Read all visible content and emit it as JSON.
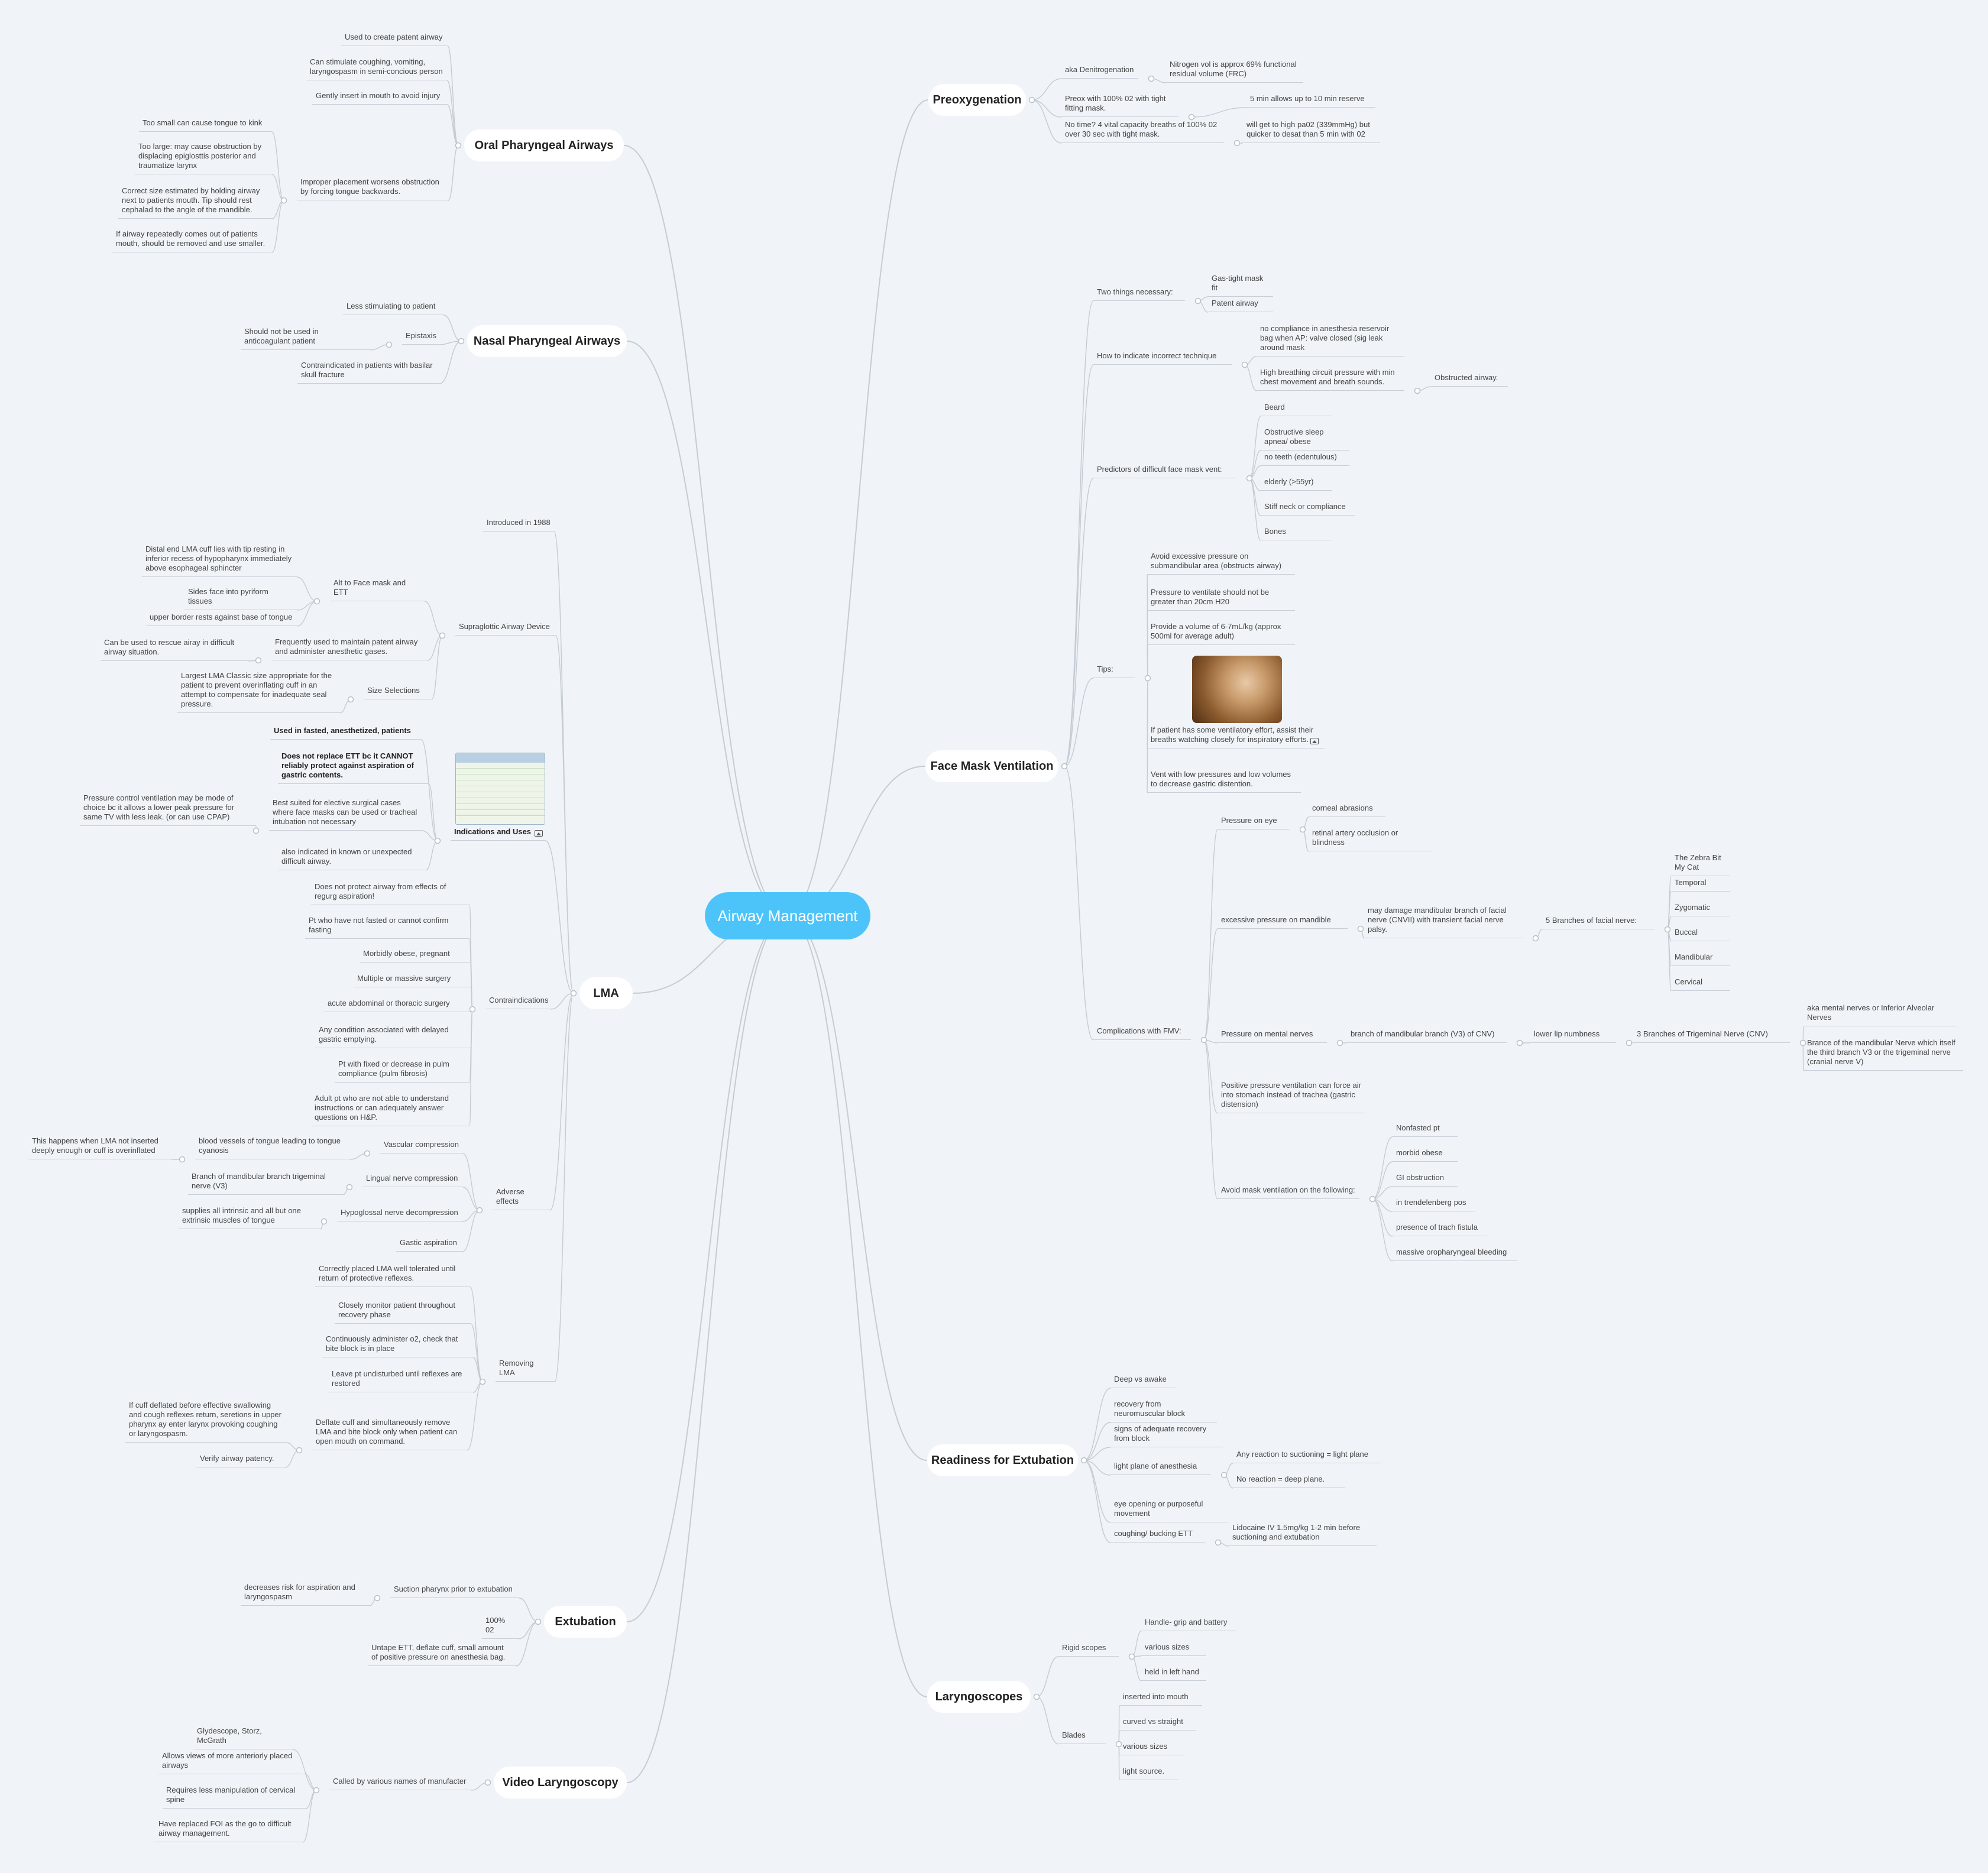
{
  "root": "Airway Management",
  "topics": [
    {
      "id": "opa",
      "title": "Oral Pharyngeal Airways",
      "side": "left",
      "items": [
        {
          "text": "Used to create patent airway"
        },
        {
          "text": "Can stimulate coughing, vomiting, laryngospasm in semi-concious person"
        },
        {
          "text": "Gently insert in mouth to avoid injury"
        },
        {
          "text": "Improper placement worsens obstruction by forcing tongue backwards.",
          "children": [
            {
              "text": "Too small can cause tongue to kink"
            },
            {
              "text": "Too large: may cause obstruction by displacing epiglosttis posterior and traumatize larynx"
            },
            {
              "text": "Correct size estimated by holding airway next to patients mouth. Tip should rest cephalad to the angle of the mandible."
            },
            {
              "text": "If airway repeatedly comes out of patients mouth, should be removed and use smaller."
            }
          ]
        }
      ]
    },
    {
      "id": "npa",
      "title": "Nasal Pharyngeal Airways",
      "side": "left",
      "items": [
        {
          "text": "Less stimulating to patient"
        },
        {
          "text": "Epistaxis",
          "children": [
            {
              "text": "Should not be used in anticoagulant patient"
            }
          ]
        },
        {
          "text": "Contraindicated in patients with basilar skull fracture"
        }
      ]
    },
    {
      "id": "lma",
      "title": "LMA",
      "side": "left",
      "items": [
        {
          "text": "Introduced in 1988"
        },
        {
          "text": "Supraglottic Airway Device",
          "children": [
            {
              "text": "Alt to Face mask and ETT",
              "children": [
                {
                  "text": "Distal end LMA cuff lies with tip resting in inferior recess of hypopharynx immediately above esophageal sphincter"
                },
                {
                  "text": "Sides face into pyriform tissues"
                },
                {
                  "text": "upper border rests against base of tongue"
                }
              ]
            },
            {
              "text": "Frequently used to maintain patent airway and administer anesthetic gases.",
              "children": [
                {
                  "text": "Can be used to rescue airay in difficult airway situation."
                }
              ]
            },
            {
              "text": "Size Selections",
              "children": [
                {
                  "text": "Largest LMA Classic size appropriate for the patient to prevent overinflating cuff in an attempt to compensate for inadequate seal pressure."
                }
              ]
            }
          ]
        },
        {
          "text": "Indications and Uses",
          "bold": true,
          "children": [
            {
              "text": "Used in fasted, anesthetized, patients",
              "bold": true
            },
            {
              "text": "Does not replace ETT bc it CANNOT reliably protect against aspiration of gastric contents.",
              "bold": true
            },
            {
              "text": "Best suited for elective surgical cases where face masks can be used or tracheal intubation not necessary",
              "children": [
                {
                  "text": "Pressure control ventilation may be mode of choice bc it allows a lower peak pressure for same TV with less leak. (or can use CPAP)"
                }
              ]
            },
            {
              "text": "also indicated in known or unexpected difficult airway."
            }
          ]
        },
        {
          "text": "Contraindications",
          "children": [
            {
              "text": "Does not protect airway from effects of regurg aspiration!"
            },
            {
              "text": "Pt who have not fasted or cannot confirm fasting"
            },
            {
              "text": "Morbidly obese, pregnant"
            },
            {
              "text": "Multiple or massive surgery"
            },
            {
              "text": "acute abdominal or thoracic surgery"
            },
            {
              "text": "Any condition associated with delayed gastric emptying."
            },
            {
              "text": "Pt with fixed or decrease in pulm compliance (pulm fibrosis)"
            },
            {
              "text": "Adult pt who are not able to understand instructions or can adequately answer questions on H&P."
            }
          ]
        },
        {
          "text": "Adverse effects",
          "children": [
            {
              "text": "Vascular compression",
              "children": [
                {
                  "text": "blood vessels of tongue leading to tongue cyanosis",
                  "children": [
                    {
                      "text": "This happens when LMA not inserted deeply enough or cuff is overinflated"
                    }
                  ]
                }
              ]
            },
            {
              "text": "Lingual nerve compression",
              "children": [
                {
                  "text": "Branch of mandibular branch trigeminal nerve (V3)"
                }
              ]
            },
            {
              "text": "Hypoglossal nerve decompression",
              "children": [
                {
                  "text": "supplies all intrinsic and all but one extrinsic muscles of tongue"
                }
              ]
            },
            {
              "text": "Gastic aspiration"
            }
          ]
        },
        {
          "text": "Removing LMA",
          "children": [
            {
              "text": "Correctly placed LMA well tolerated until return of protective reflexes."
            },
            {
              "text": "Closely monitor patient throughout recovery phase"
            },
            {
              "text": "Continuously administer o2, check that bite block is in place"
            },
            {
              "text": "Leave pt undisturbed until reflexes are restored"
            },
            {
              "text": "Deflate cuff and simultaneously remove LMA and bite block only when patient can open mouth on command.",
              "children": [
                {
                  "text": "If cuff deflated before effective swallowing and cough reflexes return, seretions in upper pharynx ay enter larynx provoking coughing or laryngospasm."
                },
                {
                  "text": "Verify airway patency."
                }
              ]
            }
          ]
        }
      ]
    },
    {
      "id": "ext",
      "title": "Extubation",
      "side": "left",
      "items": [
        {
          "text": "Suction pharynx prior to extubation",
          "children": [
            {
              "text": "decreases risk for aspiration and laryngospasm"
            }
          ]
        },
        {
          "text": "100% 02"
        },
        {
          "text": "Untape ETT, deflate cuff, small amount of positive pressure on anesthesia bag."
        }
      ]
    },
    {
      "id": "vl",
      "title": "Video Laryngoscopy",
      "side": "left",
      "items": [
        {
          "text": "Called by various names of manufacter",
          "children": [
            {
              "text": "Glydescope, Storz, McGrath"
            },
            {
              "text": "Allows views of more anteriorly placed airways"
            },
            {
              "text": "Requires less manipulation of cervical spine"
            },
            {
              "text": "Have replaced FOI as the go to difficult airway management."
            }
          ]
        }
      ]
    },
    {
      "id": "pre",
      "title": "Preoxygenation",
      "side": "right",
      "items": [
        {
          "text": "aka Denitrogenation",
          "children": [
            {
              "text": "Nitrogen vol is approx 69% functional residual volume (FRC)"
            }
          ]
        },
        {
          "text": "Preox with 100% 02 with tight fitting mask.",
          "children": [
            {
              "text": "5 min allows up to 10 min reserve"
            }
          ]
        },
        {
          "text": "No time? 4 vital capacity breaths of 100% 02 over 30 sec with tight mask.",
          "children": [
            {
              "text": "will get to high pa02 (339mmHg) but quicker to desat than 5 min with 02"
            }
          ]
        }
      ]
    },
    {
      "id": "fmv",
      "title": "Face Mask Ventilation",
      "side": "right",
      "items": [
        {
          "text": "Two things necessary:",
          "children": [
            {
              "text": "Gas-tight mask fit"
            },
            {
              "text": "Patent airway"
            }
          ]
        },
        {
          "text": "How to indicate incorrect technique",
          "children": [
            {
              "text": "no compliance in anesthesia reservoir bag when AP: valve closed (sig leak around mask"
            },
            {
              "text": "High breathing circuit pressure with min chest movement and breath sounds.",
              "children": [
                {
                  "text": "Obstructed airway."
                }
              ]
            }
          ]
        },
        {
          "text": "Predictors of difficult face mask vent:",
          "children": [
            {
              "text": "Beard"
            },
            {
              "text": "Obstructive sleep apnea/ obese"
            },
            {
              "text": "no teeth (edentulous)"
            },
            {
              "text": "elderly (>55yr)"
            },
            {
              "text": "Stiff neck or compliance"
            },
            {
              "text": "Bones"
            }
          ]
        },
        {
          "text": "Tips:",
          "children": [
            {
              "text": "Avoid excessive pressure on submandibular area (obstructs airway)"
            },
            {
              "text": "Pressure to ventilate should not be greater than 20cm H20"
            },
            {
              "text": "Provide a volume of 6-7mL/kg (approx 500ml for average adult)"
            },
            {
              "text": "If patient has some ventilatory effort, assist their breaths watching closely for inspiratory efforts."
            },
            {
              "text": "Vent with low pressures and low volumes to decrease gastric distention."
            }
          ]
        },
        {
          "text": "Complications with FMV:",
          "children": [
            {
              "text": "Pressure on eye",
              "children": [
                {
                  "text": "corneal abrasions"
                },
                {
                  "text": "retinal artery occlusion or blindness"
                }
              ]
            },
            {
              "text": "excessive pressure on mandible",
              "children": [
                {
                  "text": "may damage mandibular branch of facial nerve (CNVII) with transient facial nerve palsy.",
                  "children": [
                    {
                      "text": "5 Branches of facial nerve:",
                      "children": [
                        {
                          "text": "The Zebra Bit My Cat"
                        },
                        {
                          "text": "Temporal"
                        },
                        {
                          "text": "Zygomatic"
                        },
                        {
                          "text": "Buccal"
                        },
                        {
                          "text": "Mandibular"
                        },
                        {
                          "text": "Cervical"
                        }
                      ]
                    }
                  ]
                }
              ]
            },
            {
              "text": "Pressure on mental nerves",
              "children": [
                {
                  "text": "branch of mandibular branch (V3) of CNV)",
                  "children": [
                    {
                      "text": "lower lip numbness",
                      "children": [
                        {
                          "text": "3 Branches of Trigeminal Nerve (CNV)",
                          "children": [
                            {
                              "text": "aka mental nerves or Inferior Alveolar Nerves"
                            },
                            {
                              "text": "Brance of the mandibular Nerve which itself the third branch V3 or the trigeminal nerve (cranial nerve V)"
                            }
                          ]
                        }
                      ]
                    }
                  ]
                }
              ]
            },
            {
              "text": "Positive pressure ventilation can force air into stomach instead of trachea (gastric distension)"
            },
            {
              "text": "Avoid mask ventilation on the following:",
              "children": [
                {
                  "text": "Nonfasted pt"
                },
                {
                  "text": "morbid obese"
                },
                {
                  "text": "GI obstruction"
                },
                {
                  "text": "in trendelenberg pos"
                },
                {
                  "text": "presence of trach fistula"
                },
                {
                  "text": "massive oropharyngeal bleeding"
                }
              ]
            }
          ]
        }
      ]
    },
    {
      "id": "rfe",
      "title": "Readiness for Extubation",
      "side": "right",
      "items": [
        {
          "text": "Deep vs awake"
        },
        {
          "text": "recovery from neuromuscular block"
        },
        {
          "text": "signs of adequate recovery from block"
        },
        {
          "text": "light plane of anesthesia",
          "children": [
            {
              "text": "Any reaction to suctioning = light plane"
            },
            {
              "text": "No reaction = deep plane."
            }
          ]
        },
        {
          "text": "eye opening or purposeful movement"
        },
        {
          "text": "coughing/ bucking ETT",
          "children": [
            {
              "text": "Lidocaine IV 1.5mg/kg 1-2 min before suctioning and extubation"
            }
          ]
        }
      ]
    },
    {
      "id": "lar",
      "title": "Laryngoscopes",
      "side": "right",
      "items": [
        {
          "text": "Rigid scopes",
          "children": [
            {
              "text": "Handle- grip and battery"
            },
            {
              "text": "various sizes"
            },
            {
              "text": "held in left hand"
            }
          ]
        },
        {
          "text": "Blades",
          "children": [
            {
              "text": "inserted into mouth"
            },
            {
              "text": "curved vs straight"
            },
            {
              "text": "various sizes"
            },
            {
              "text": "light source."
            }
          ]
        }
      ]
    }
  ],
  "icons": {
    "image": "image-icon"
  },
  "colors": {
    "background": "#f0f4f8",
    "root": "#4dc4f9",
    "edge": "#c5ccd3"
  }
}
